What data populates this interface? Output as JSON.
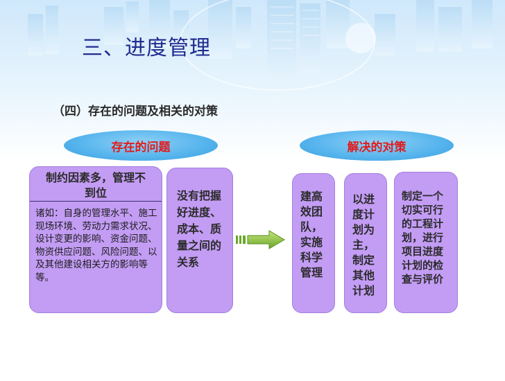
{
  "title": "三、进度管理",
  "subtitle": "（四）存在的问题及相关的对策",
  "problems": {
    "header": "存在的问题",
    "box1": {
      "heading": "制约因素多，管理不到位",
      "description": "诸如：自身的管理水平、施工现场环境、劳动力需求状况、设计变更的影响、资金问题、物资供应问题、风险问题、以及其他建设相关方的影响等等。"
    },
    "box2": "没有把握好进度、成本、质量之间的关系"
  },
  "solutions": {
    "header": "解决的对策",
    "items": [
      "建高效团队，实施科学管理",
      "以进度计划为主，制定其他计划",
      "制定一个切实可行的工程计划，进行项目进度计划的检查与评价"
    ]
  },
  "colors": {
    "title": "#1f2b8f",
    "oval_text": "#e21b1b",
    "box_fill": "#c39cf4",
    "oval_fill": "#59b6ee",
    "arrow_fill": "#8bc34a"
  },
  "icons": [
    "skyline-decoration",
    "right-arrow-icon"
  ]
}
